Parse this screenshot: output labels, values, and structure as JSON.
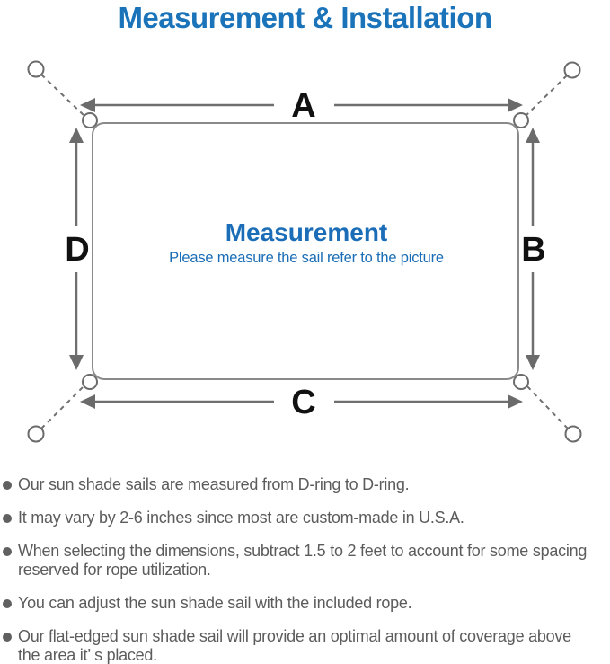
{
  "title": "Measurement & Installation",
  "diagram": {
    "label_top": "A",
    "label_right": "B",
    "label_bottom": "C",
    "label_left": "D",
    "center_title": "Measurement",
    "center_subtitle": "Please measure the sail refer to the picture"
  },
  "bullets": [
    "Our sun shade sails are measured from D-ring to D-ring.",
    "It may vary by 2-6 inches since most are custom-made in U.S.A.",
    "When selecting the dimensions, subtract 1.5 to 2 feet to account for some spacing reserved for rope utilization.",
    "You can adjust the sun shade sail with the included rope.",
    "Our flat-edged sun shade sail will provide an optimal amount of coverage above the area it’ s placed."
  ],
  "colors": {
    "title_blue": "#1b73b9",
    "center_text_blue": "#1a6db6",
    "line_gray": "#8a8a8a",
    "arrow_gray": "#6d6d6d",
    "body_text_gray": "#5c5c5c"
  }
}
